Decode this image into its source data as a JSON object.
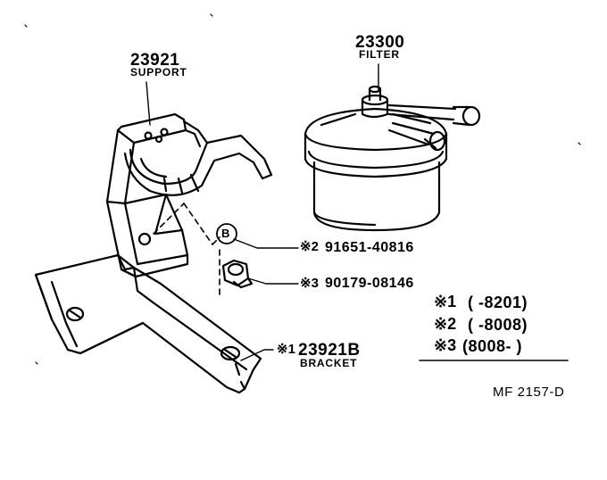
{
  "parts": {
    "support": {
      "number": "23921",
      "name": "SUPPORT"
    },
    "filter": {
      "number": "23300",
      "name": "FILTER"
    },
    "bracket": {
      "mark": "※1",
      "number": "23921B",
      "name": "BRACKET"
    },
    "bolt": {
      "mark": "※2",
      "number": "91651-40816",
      "callout": "B"
    },
    "nut": {
      "mark": "※3",
      "number": "90179-08146"
    }
  },
  "notes": [
    {
      "mark": "※1",
      "range": "(      -8201)"
    },
    {
      "mark": "※2",
      "range": "(      -8008)"
    },
    {
      "mark": "※3",
      "range": "(8008-       )"
    }
  ],
  "figure_code": "MF 2157-D",
  "colors": {
    "ink": "#000000",
    "paper": "#ffffff"
  }
}
